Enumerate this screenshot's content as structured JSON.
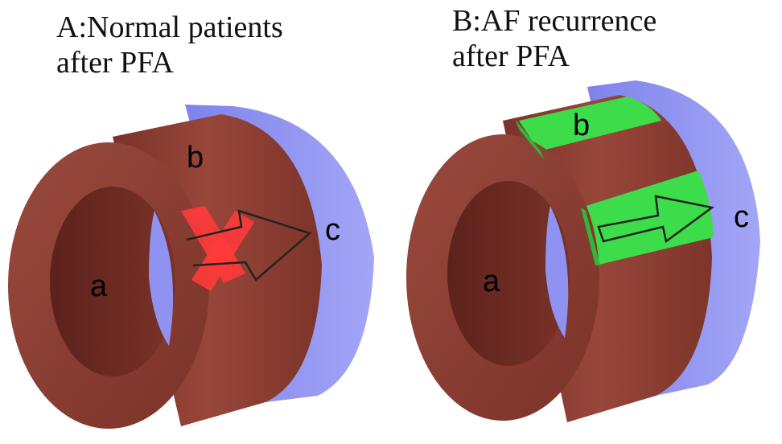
{
  "panel_a": {
    "title_line1": "A:Normal patients",
    "title_line2": "after PFA",
    "label_inner": "a",
    "label_wall": "b",
    "label_outer": "c"
  },
  "panel_b": {
    "title_line1": "B:AF recurrence",
    "title_line2": "after PFA",
    "label_inner": "a",
    "label_wall": "b",
    "label_outer": "c"
  },
  "colors": {
    "tissue": "#8f3f33",
    "tissue_dark": "#6b2a22",
    "outer_layer": "#8f92f0",
    "block_mark": "#ff3b3b",
    "conduction_gap": "#3ddc4a"
  },
  "icons": {
    "block": "x-mark-icon",
    "conduction": "arrow-icon"
  }
}
